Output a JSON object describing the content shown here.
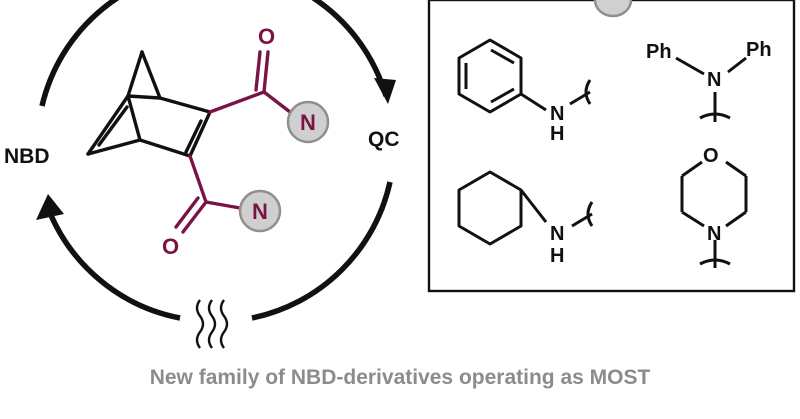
{
  "diagram": {
    "left_label": "NBD",
    "right_label": "QC",
    "atoms": {
      "oxygen": "O",
      "nitrogen": "N",
      "hydrogen": "H",
      "phenyl": "Ph"
    },
    "caption": "New family of NBD-derivatives operating as MOST"
  },
  "colors": {
    "bond": "#111111",
    "accent": "#7a1446",
    "substituent_fill": "#cfcfcf",
    "substituent_stroke": "#8f8f8f",
    "caption": "#8c8c8c"
  }
}
